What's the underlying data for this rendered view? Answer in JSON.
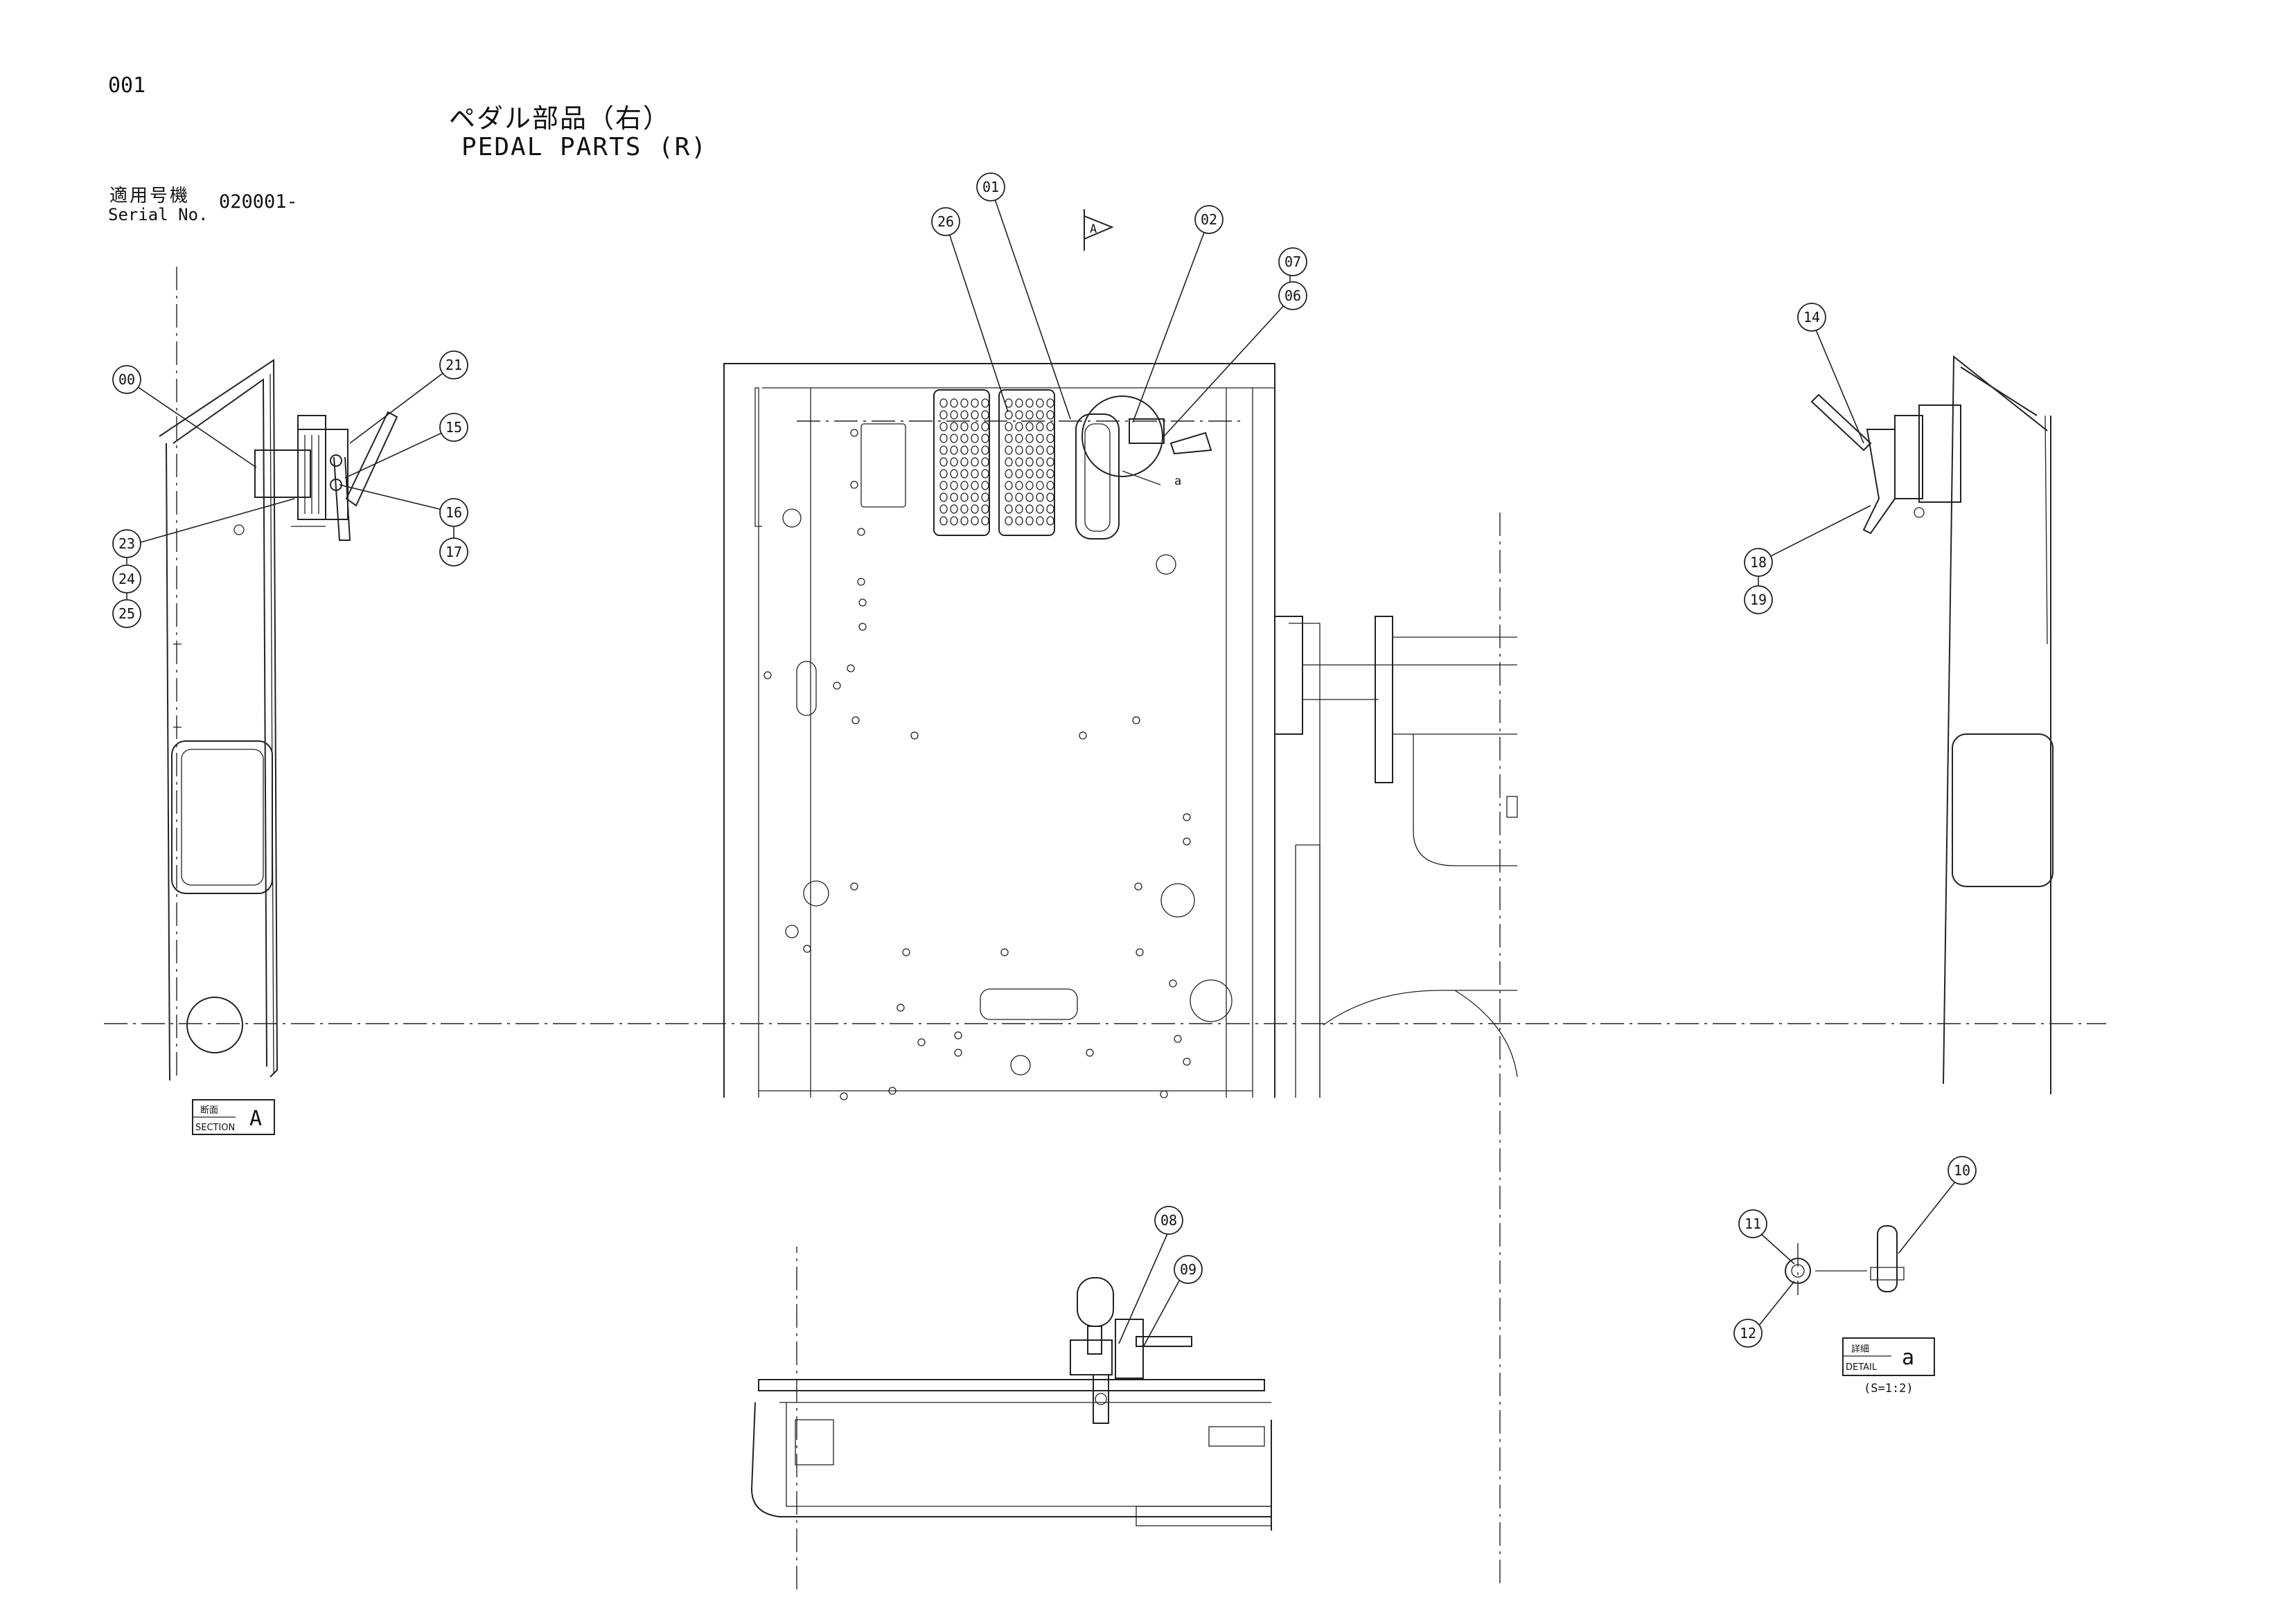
{
  "page_number": "001",
  "title": {
    "japanese": "ペダル部品（右）",
    "english": "PEDAL PARTS (R)"
  },
  "serial": {
    "label_japanese": "適用号機",
    "label_english": "Serial No.",
    "value": "020001-"
  },
  "view_marker": "A",
  "section_label": {
    "japanese": "断面",
    "english": "SECTION",
    "letter": "A"
  },
  "detail_label": {
    "japanese": "詳細",
    "english": "DETAIL",
    "letter": "a",
    "scale": "(S=1:2)"
  },
  "detail_marker": "a",
  "callouts": {
    "c00": "00",
    "c01": "01",
    "c02": "02",
    "c06": "06",
    "c07": "07",
    "c08": "08",
    "c09": "09",
    "c10": "10",
    "c11": "11",
    "c12": "12",
    "c14": "14",
    "c15": "15",
    "c16": "16",
    "c17": "17",
    "c18": "18",
    "c19": "19",
    "c21": "21",
    "c23": "23",
    "c24": "24",
    "c25": "25",
    "c26": "26"
  }
}
